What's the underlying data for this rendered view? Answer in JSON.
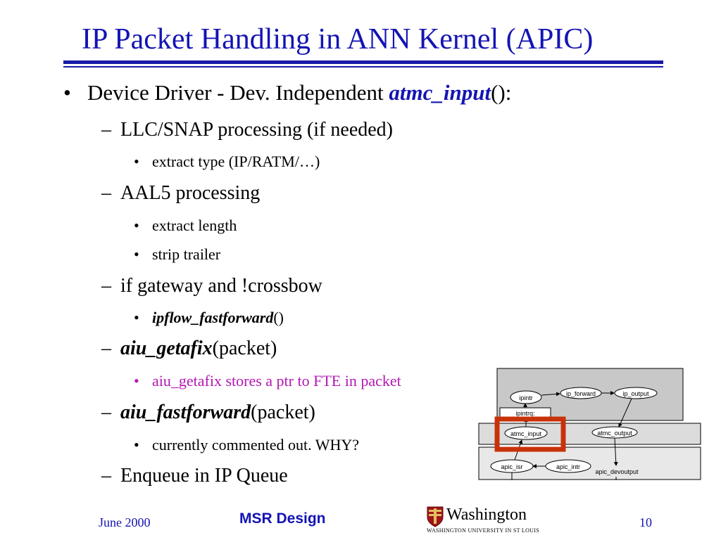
{
  "slide": {
    "title": "IP Packet Handling in ANN Kernel (APIC)",
    "bullets": {
      "b1": {
        "marker": "•",
        "text": "Device Driver - Dev. Independent ",
        "keyword": "atmc_input",
        "suffix": "():"
      },
      "b2": {
        "marker": "–",
        "text": "LLC/SNAP processing (if needed)"
      },
      "b3": {
        "marker": "•",
        "text": "extract type (IP/RATM/…)"
      },
      "b4": {
        "marker": "–",
        "text": "AAL5 processing"
      },
      "b5": {
        "marker": "•",
        "text": "extract length"
      },
      "b6": {
        "marker": "•",
        "text": "strip trailer"
      },
      "b7": {
        "marker": "–",
        "text": "if gateway and !crossbow"
      },
      "b8": {
        "marker": "•",
        "keyword": "ipflow_fastforward",
        "suffix": "()"
      },
      "b9": {
        "marker": "–",
        "keyword": "aiu_getafix",
        "suffix": "(packet)"
      },
      "b10": {
        "marker": "•",
        "text": "aiu_getafix stores a ptr to FTE in packet"
      },
      "b11": {
        "marker": "–",
        "keyword": "aiu_fastforward",
        "suffix": "(packet)"
      },
      "b12": {
        "marker": "•",
        "text": "currently commented out. WHY?"
      },
      "b13": {
        "marker": "–",
        "text": "Enqueue in IP Queue"
      }
    }
  },
  "diagram": {
    "nodes": {
      "ipintr": "ipintr",
      "ip_forward": "ip_forward",
      "ip_output": "ip_output",
      "ipintrq": "ipintrq:",
      "atmc_input": "atmc_input",
      "atmc_output": "atmc_output",
      "apic_isr": "apic_isr",
      "apic_intr": "apic_intr",
      "apic_devoutput": "apic_devoutput"
    },
    "highlight_color": "#c8320a"
  },
  "footer": {
    "date": "June  2000",
    "center": "MSR Design",
    "brand": "Washington",
    "brand_sub": "WASHINGTON UNIVERSITY IN ST LOUIS",
    "page": "10"
  },
  "colors": {
    "title": "#1414b4",
    "keyword": "#1414b4",
    "highlight_text": "#b418b4"
  }
}
